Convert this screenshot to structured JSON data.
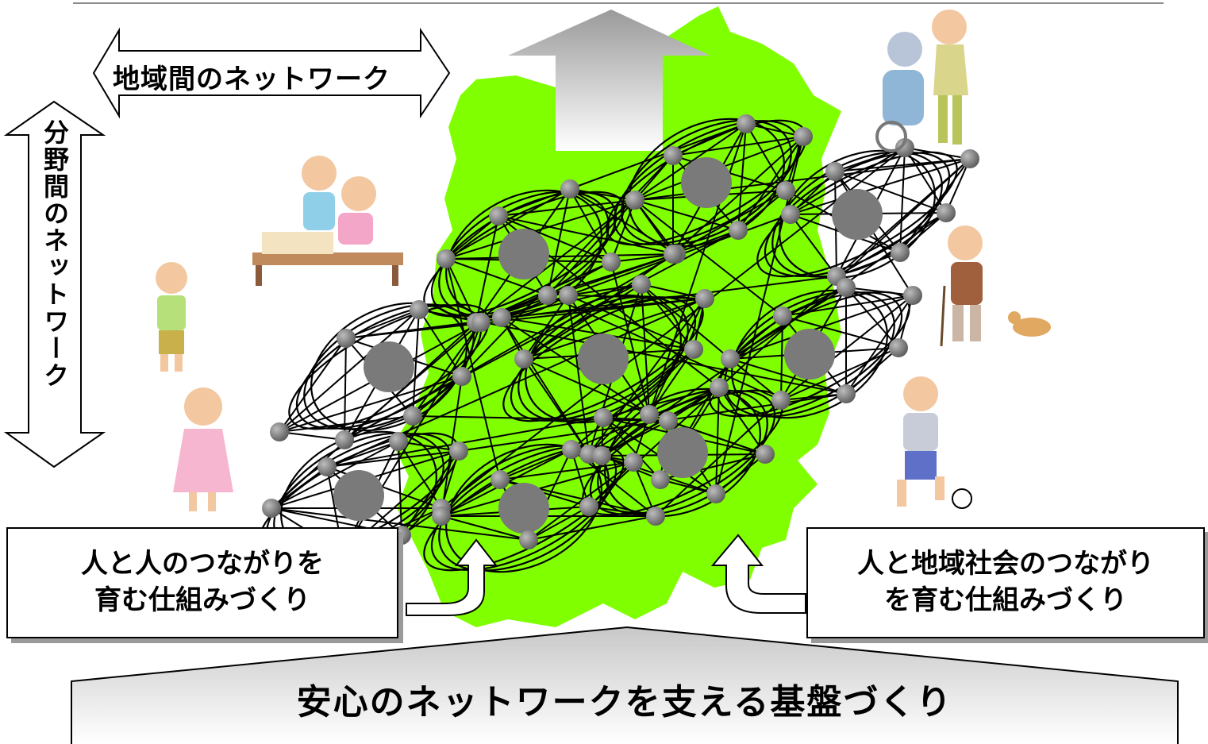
{
  "arrows": {
    "horizontal_label": "地域間のネットワーク",
    "vertical_label": "分野間のネットワーク"
  },
  "boxes": {
    "left_line1": "人と人のつながりを",
    "left_line2": "育む仕組みづくり",
    "right_line1": "人と地域社会のつながり",
    "right_line2": "を育む仕組みづくり"
  },
  "foundation_label": "安心のネットワークを支える基盤づくり",
  "colors": {
    "map_fill": "#80ff00",
    "node_fill": "#888888",
    "hub_fill": "#777777",
    "line": "#000000",
    "arrow_gray": "#9a9a9a"
  },
  "icons": [
    "caregiver-with-wheelchair-person-icon",
    "parent-and-child-at-bed-icon",
    "child-boy-icon",
    "child-girl-icon",
    "elderly-man-with-cane-and-dog-icon",
    "child-playing-soccer-icon"
  ]
}
